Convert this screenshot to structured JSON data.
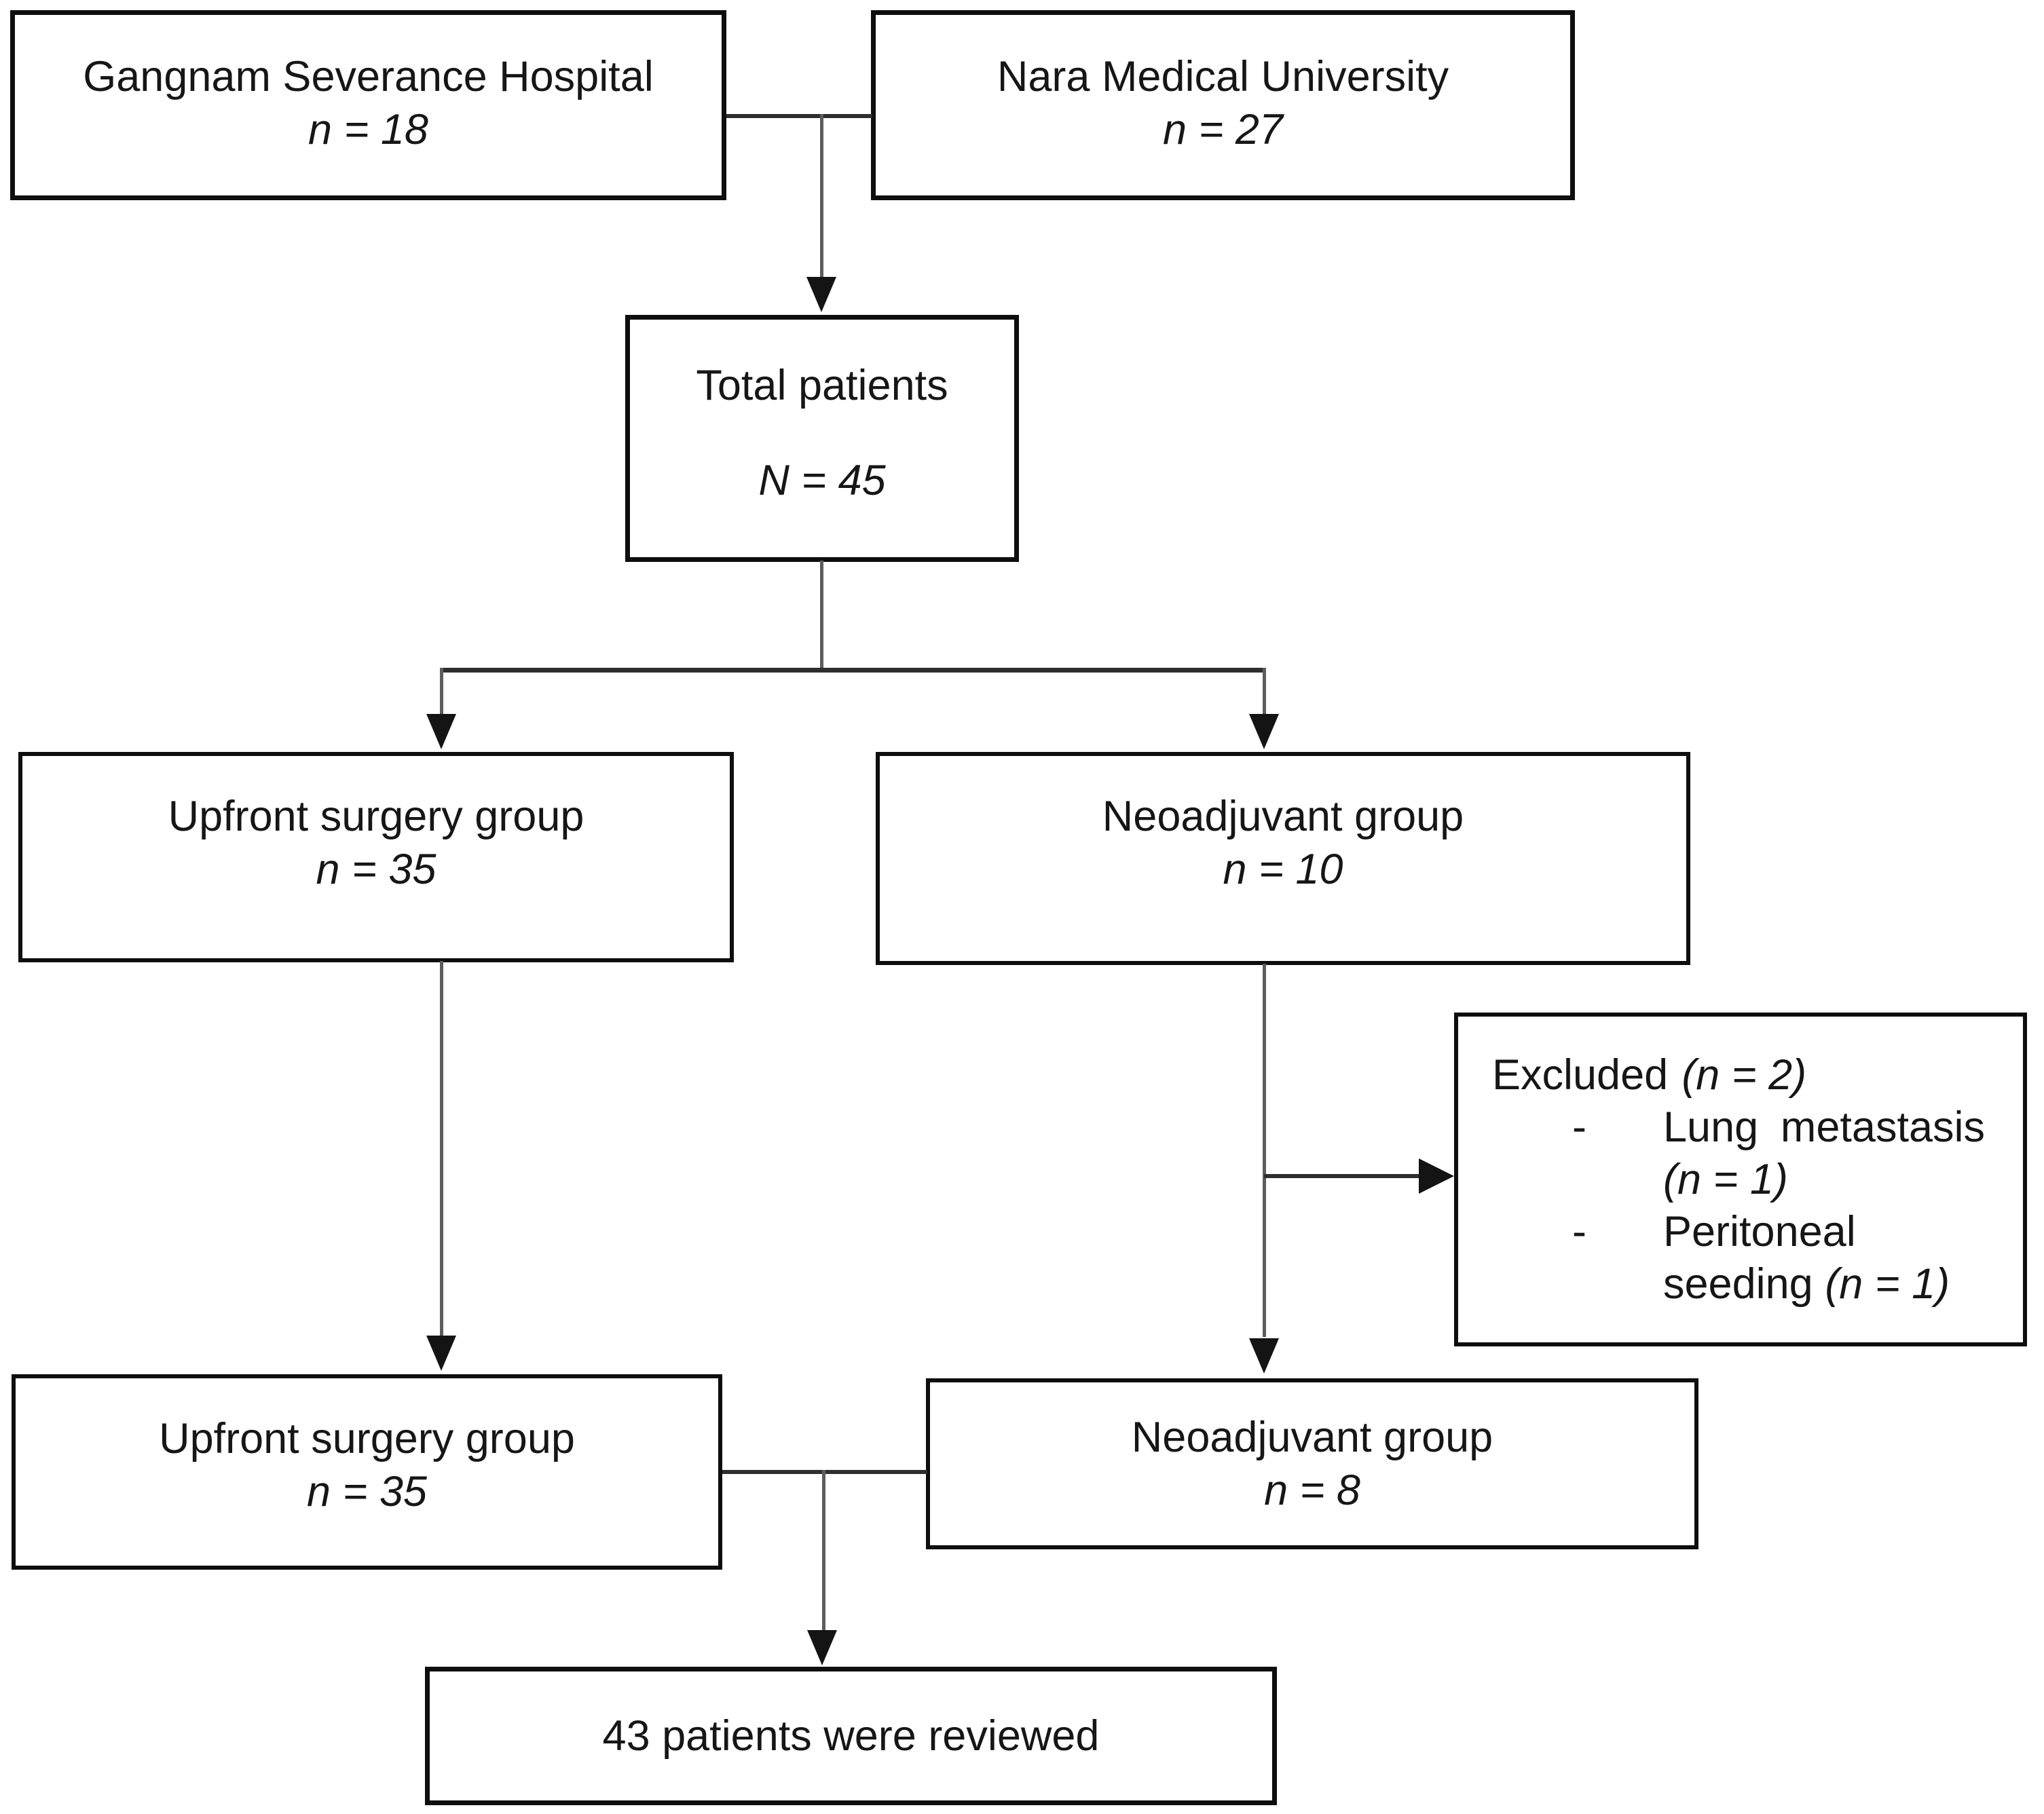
{
  "colors": {
    "background": "#ffffff",
    "box_border": "#0e0e0e",
    "text": "#161616",
    "stem": "#5c5c5c",
    "connector_line": "#2e2e2e",
    "arrowhead": "#141414"
  },
  "boxes": {
    "gangnam": {
      "title": "Gangnam Severance Hospital",
      "count": "n = 18"
    },
    "nara": {
      "title": "Nara Medical University",
      "count": "n = 27"
    },
    "total": {
      "title": "Total patients",
      "count": "N = 45"
    },
    "upfront_initial": {
      "title": "Upfront surgery group",
      "count": "n = 35"
    },
    "neoadjuvant_initial": {
      "title": "Neoadjuvant group",
      "count": "n = 10"
    },
    "excluded": {
      "title": "Excluded",
      "count": "(n = 2)",
      "bullet_char": "-",
      "items": [
        {
          "text": "Lung metastasis",
          "count": "(n = 1)"
        },
        {
          "text": "Peritoneal",
          "text2": "seeding",
          "count": "(n = 1)"
        }
      ]
    },
    "upfront_final": {
      "title": "Upfront surgery group",
      "count": "n = 35"
    },
    "neoadjuvant_final": {
      "title": "Neoadjuvant group",
      "count": "n = 8"
    },
    "reviewed": {
      "title": "43 patients were reviewed"
    }
  }
}
